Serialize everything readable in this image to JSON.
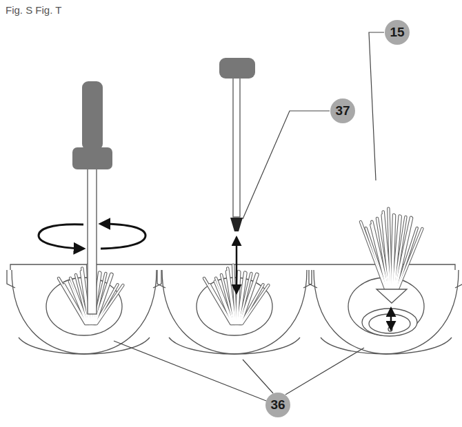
{
  "diagram": {
    "title": "Fig. S Fig. T",
    "labels": [
      "15",
      "37",
      "36"
    ]
  }
}
